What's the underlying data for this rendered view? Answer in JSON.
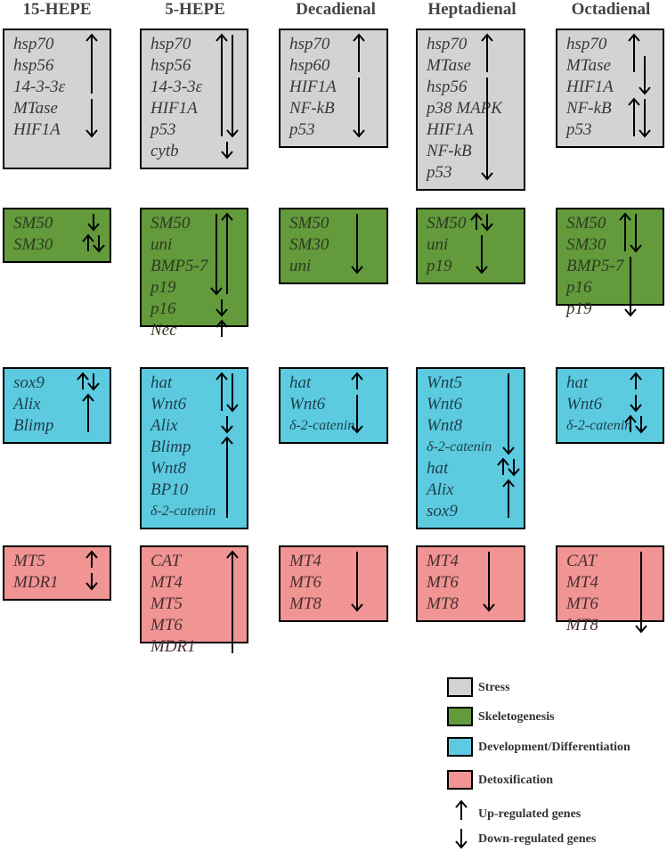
{
  "columns": [
    {
      "label": "15-HEPE"
    },
    {
      "label": "5-HEPE"
    },
    {
      "label": "Decadienal"
    },
    {
      "label": "Heptadienal"
    },
    {
      "label": "Octadienal"
    }
  ],
  "boxes": [
    {
      "category": "stress",
      "genes": [
        "hsp70",
        "hsp56",
        "14-3-3ε",
        "MTase",
        "HIF1A"
      ],
      "regulation": [
        {
          "dir": "up",
          "from": 0,
          "to": 2
        },
        {
          "dir": "down",
          "from": 3,
          "to": 4
        }
      ]
    },
    {
      "category": "stress",
      "genes": [
        "hsp70",
        "hsp56",
        "14-3-3ε",
        "HIF1A",
        "p53",
        "cytb"
      ],
      "regulation": [
        {
          "dir": "up",
          "from": 0,
          "to": 4
        },
        {
          "dir": "down",
          "from": 0,
          "to": 4
        },
        {
          "dir": "down",
          "from": 5,
          "to": 5
        }
      ]
    },
    {
      "category": "stress",
      "genes": [
        "hsp70",
        "hsp60",
        "HIF1A",
        "NF-kB",
        "p53"
      ],
      "regulation": [
        {
          "dir": "up",
          "from": 0,
          "to": 1
        },
        {
          "dir": "down",
          "from": 2,
          "to": 4
        }
      ]
    },
    {
      "category": "stress",
      "genes": [
        "hsp70",
        "MTase",
        "hsp56",
        "p38 MAPK",
        "HIF1A",
        "NF-kB",
        "p53"
      ],
      "regulation": [
        {
          "dir": "up",
          "from": 0,
          "to": 1
        },
        {
          "dir": "down",
          "from": 2,
          "to": 6
        }
      ]
    },
    {
      "category": "stress",
      "genes": [
        "hsp70",
        "MTase",
        "HIF1A",
        "NF-kB",
        "p53"
      ],
      "regulation": [
        {
          "dir": "up",
          "from": 0,
          "to": 1
        },
        {
          "dir": "down",
          "from": 1,
          "to": 2
        },
        {
          "dir": "up",
          "from": 3,
          "to": 4
        },
        {
          "dir": "down",
          "from": 3,
          "to": 4
        }
      ]
    },
    {
      "category": "skel",
      "genes": [
        "SM50",
        "SM30"
      ],
      "regulation": [
        {
          "dir": "down",
          "from": 0,
          "to": 0
        },
        {
          "dir": "up",
          "from": 1,
          "to": 1
        },
        {
          "dir": "down",
          "from": 1,
          "to": 1
        }
      ]
    },
    {
      "category": "skel",
      "genes": [
        "SM50",
        "uni",
        "BMP5-7",
        "p19",
        "p16",
        "Nec"
      ],
      "regulation": [
        {
          "dir": "down",
          "from": 0,
          "to": 3
        },
        {
          "dir": "up",
          "from": 0,
          "to": 3
        },
        {
          "dir": "down",
          "from": 4,
          "to": 4
        },
        {
          "dir": "up",
          "from": 5,
          "to": 5
        }
      ]
    },
    {
      "category": "skel",
      "genes": [
        "SM50",
        "SM30",
        "uni"
      ],
      "regulation": [
        {
          "dir": "down",
          "from": 0,
          "to": 2
        }
      ]
    },
    {
      "category": "skel",
      "genes": [
        "SM50",
        "uni",
        "p19"
      ],
      "regulation": [
        {
          "dir": "up",
          "from": 0,
          "to": 0
        },
        {
          "dir": "down",
          "from": 0,
          "to": 0
        },
        {
          "dir": "down",
          "from": 1,
          "to": 2
        }
      ]
    },
    {
      "category": "skel",
      "genes": [
        "SM50",
        "SM30",
        "BMP5-7",
        "p16",
        "p19"
      ],
      "regulation": [
        {
          "dir": "up",
          "from": 0,
          "to": 1
        },
        {
          "dir": "down",
          "from": 0,
          "to": 1
        },
        {
          "dir": "down",
          "from": 2,
          "to": 4
        }
      ]
    },
    {
      "category": "dev",
      "genes": [
        "sox9",
        "Alix",
        "Blimp"
      ],
      "regulation": [
        {
          "dir": "up",
          "from": 0,
          "to": 0
        },
        {
          "dir": "down",
          "from": 0,
          "to": 0
        },
        {
          "dir": "up",
          "from": 1,
          "to": 2
        }
      ]
    },
    {
      "category": "dev",
      "genes": [
        "hat",
        "Wnt6",
        "Alix",
        "Blimp",
        "Wnt8",
        "BP10",
        "δ-2-catenin"
      ],
      "regulation": [
        {
          "dir": "up",
          "from": 0,
          "to": 1
        },
        {
          "dir": "down",
          "from": 0,
          "to": 1
        },
        {
          "dir": "down",
          "from": 2,
          "to": 2
        },
        {
          "dir": "up",
          "from": 3,
          "to": 6
        }
      ]
    },
    {
      "category": "dev",
      "genes": [
        "hat",
        "Wnt6",
        "δ-2-catenin"
      ],
      "regulation": [
        {
          "dir": "up",
          "from": 0,
          "to": 0
        },
        {
          "dir": "down",
          "from": 1,
          "to": 2
        }
      ]
    },
    {
      "category": "dev",
      "genes": [
        "Wnt5",
        "Wnt6",
        "Wnt8",
        "δ-2-catenin",
        "hat",
        "Alix",
        "sox9"
      ],
      "regulation": [
        {
          "dir": "down",
          "from": 0,
          "to": 3
        },
        {
          "dir": "up",
          "from": 4,
          "to": 4
        },
        {
          "dir": "down",
          "from": 4,
          "to": 4
        },
        {
          "dir": "up",
          "from": 5,
          "to": 6
        }
      ]
    },
    {
      "category": "dev",
      "genes": [
        "hat",
        "Wnt6",
        "δ-2-catenin"
      ],
      "regulation": [
        {
          "dir": "up",
          "from": 0,
          "to": 0
        },
        {
          "dir": "down",
          "from": 1,
          "to": 1
        },
        {
          "dir": "up",
          "from": 2,
          "to": 2
        },
        {
          "dir": "down",
          "from": 2,
          "to": 2
        }
      ]
    },
    {
      "category": "detox",
      "genes": [
        "MT5",
        "MDR1"
      ],
      "regulation": [
        {
          "dir": "up",
          "from": 0,
          "to": 0
        },
        {
          "dir": "down",
          "from": 1,
          "to": 1
        }
      ]
    },
    {
      "category": "detox",
      "genes": [
        "CAT",
        "MT4",
        "MT5",
        "MT6",
        "MDR1"
      ],
      "regulation": [
        {
          "dir": "up",
          "from": 0,
          "to": 4
        }
      ]
    },
    {
      "category": "detox",
      "genes": [
        "MT4",
        "MT6",
        "MT8"
      ],
      "regulation": [
        {
          "dir": "down",
          "from": 0,
          "to": 2
        }
      ]
    },
    {
      "category": "detox",
      "genes": [
        "MT4",
        "MT6",
        "MT8"
      ],
      "regulation": [
        {
          "dir": "down",
          "from": 0,
          "to": 2
        }
      ]
    },
    {
      "category": "detox",
      "genes": [
        "CAT",
        "MT4",
        "MT6",
        "MT8"
      ],
      "regulation": [
        {
          "dir": "down",
          "from": 0,
          "to": 3
        }
      ]
    }
  ],
  "legend": {
    "stress": {
      "label": "Stress",
      "color": "#d3d3d6"
    },
    "skel": {
      "label": "Skeletogenesis",
      "color": "#629a3c"
    },
    "dev": {
      "label": "Development/Differentiation",
      "color": "#5ccbe0"
    },
    "detox": {
      "label": "Detoxification",
      "color": "#f19494"
    },
    "up": {
      "label": "Up-regulated genes"
    },
    "down": {
      "label": "Down-regulated genes"
    }
  }
}
